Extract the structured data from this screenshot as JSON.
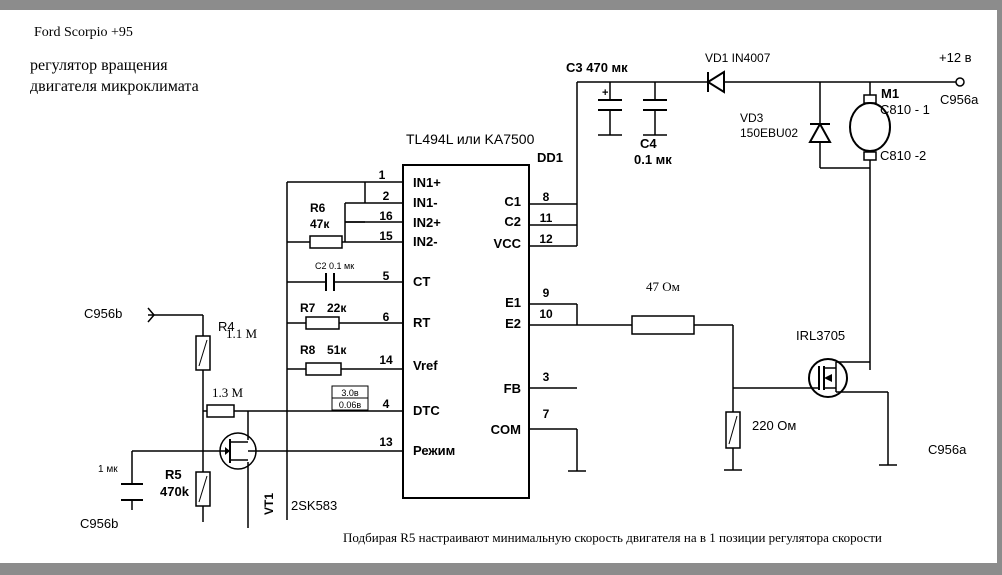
{
  "header": {
    "car": "Ford Scorpio +95",
    "title_line1": "регулятор вращения",
    "title_line2": "двигателя микроклимата"
  },
  "ic": {
    "name": "TL494L или KA7500",
    "ref": "DD1",
    "pins": [
      {
        "num": "1",
        "label": "IN1+"
      },
      {
        "num": "2",
        "label": "IN1-"
      },
      {
        "num": "16",
        "label": "IN2+"
      },
      {
        "num": "15",
        "label": "IN2-"
      },
      {
        "num": "5",
        "label": "CT"
      },
      {
        "num": "6",
        "label": "RT"
      },
      {
        "num": "14",
        "label": "Vref"
      },
      {
        "num": "4",
        "label": "DTC"
      },
      {
        "num": "13",
        "label": "Режим"
      },
      {
        "num": "8",
        "label": "C1"
      },
      {
        "num": "11",
        "label": "C2"
      },
      {
        "num": "12",
        "label": "VCC"
      },
      {
        "num": "9",
        "label": "E1"
      },
      {
        "num": "10",
        "label": "E2"
      },
      {
        "num": "3",
        "label": "FB"
      },
      {
        "num": "7",
        "label": "COM"
      }
    ]
  },
  "components": {
    "r6_ref": "R6",
    "r6_val": "47к",
    "c2": "С2 0.1 мк",
    "r7_ref": "R7",
    "r7_val": "22к",
    "r8_ref": "R8",
    "r8_val": "51к",
    "dtc_v1": "3.0в",
    "dtc_v2": "0.06в",
    "r4_ref": "R4",
    "r4_val": "1.1 M",
    "r_13": "1.3 M",
    "r5_ref": "R5",
    "r5_val": "470k",
    "c_1mk": "1 мк",
    "vt1_ref": "VT1",
    "vt1_val": "2SK583",
    "c3": "C3 470 мк",
    "c4_ref": "C4",
    "c4_val": "0.1 мк",
    "vd1": "VD1  IN4007",
    "vd3_ref": "VD3",
    "vd3_val": "150EBU02",
    "m1_ref": "M1",
    "m1_pin1": "C810 - 1",
    "m1_pin2": "C810 -2",
    "plus12": "+12 в",
    "r_47": "47 Ом",
    "r_220": "220 Ом",
    "mosfet": "IRL3705",
    "plus_sign": "+"
  },
  "connectors": {
    "c956b_top": "C956b",
    "c956b_bottom": "C956b",
    "c956a_top": "C956a",
    "c956a_bottom": "C956a"
  },
  "footer": {
    "note": "Подбирая R5 настраивают минимальную скорость двигателя на в 1 позиции регулятора скорости"
  }
}
